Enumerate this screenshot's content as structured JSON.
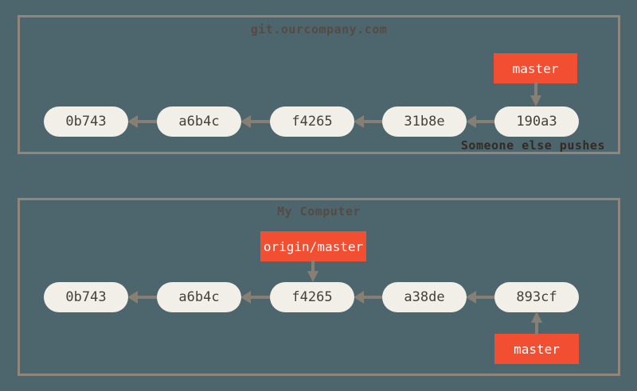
{
  "colors": {
    "background": "#4d666e",
    "panel-border": "#90867c",
    "node-fill": "#f1efe7",
    "node-text": "#44403a",
    "arrow": "#877e74",
    "label-bg": "#f14e32",
    "label-text": "#ffffff",
    "title-text": "#554b42",
    "annotation-text": "#332b23"
  },
  "panels": [
    {
      "title": "git.ourcompany.com",
      "commits": [
        "0b743",
        "a6b4c",
        "f4265",
        "31b8e",
        "190a3"
      ],
      "labels": [
        {
          "text": "master",
          "points_to": "190a3",
          "direction": "down"
        }
      ],
      "annotation": "Someone else pushes"
    },
    {
      "title": "My Computer",
      "commits": [
        "0b743",
        "a6b4c",
        "f4265",
        "a38de",
        "893cf"
      ],
      "labels": [
        {
          "text": "origin/master",
          "points_to": "f4265",
          "direction": "down"
        },
        {
          "text": "master",
          "points_to": "893cf",
          "direction": "up"
        }
      ]
    }
  ]
}
